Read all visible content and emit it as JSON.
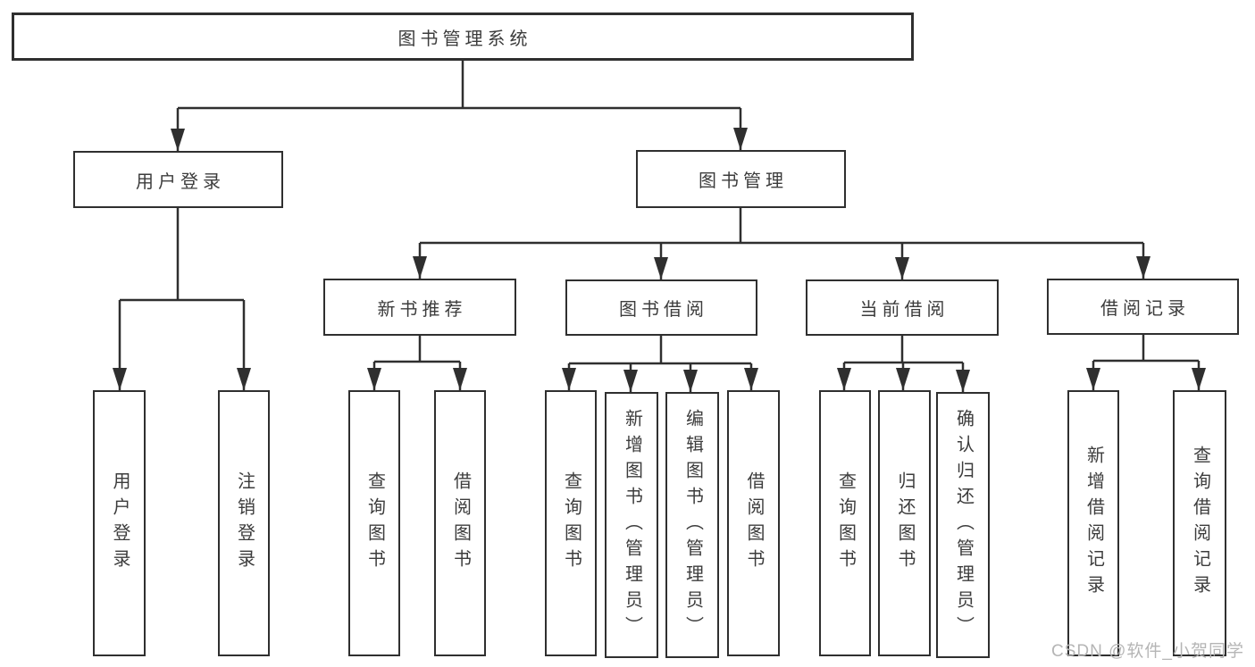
{
  "diagram_title": "图书管理系统",
  "colors": {
    "line": "#2f2f2f",
    "box_border": "#2f2f2f",
    "text": "#3c3c3c",
    "watermark": "#b5b5b5",
    "background": "#ffffff"
  },
  "watermark": {
    "text": "CSDN @软件_小贺同学"
  },
  "tree": {
    "root": {
      "label": "图书管理系统",
      "children": [
        {
          "label": "用户登录",
          "children": [
            {
              "label": "用户登录"
            },
            {
              "label": "注销登录"
            }
          ]
        },
        {
          "label": "图书管理",
          "children": [
            {
              "label": "新书推荐",
              "children": [
                {
                  "label": "查询图书"
                },
                {
                  "label": "借阅图书"
                }
              ]
            },
            {
              "label": "图书借阅",
              "children": [
                {
                  "label": "查询图书"
                },
                {
                  "label": "新增图书（管理员）"
                },
                {
                  "label": "编辑图书（管理员）"
                },
                {
                  "label": "借阅图书"
                }
              ]
            },
            {
              "label": "当前借阅",
              "children": [
                {
                  "label": "查询图书"
                },
                {
                  "label": "归还图书"
                },
                {
                  "label": "确认归还（管理员）"
                }
              ]
            },
            {
              "label": "借阅记录",
              "children": [
                {
                  "label": "新增借阅记录"
                },
                {
                  "label": "查询借阅记录"
                }
              ]
            }
          ]
        }
      ]
    }
  }
}
